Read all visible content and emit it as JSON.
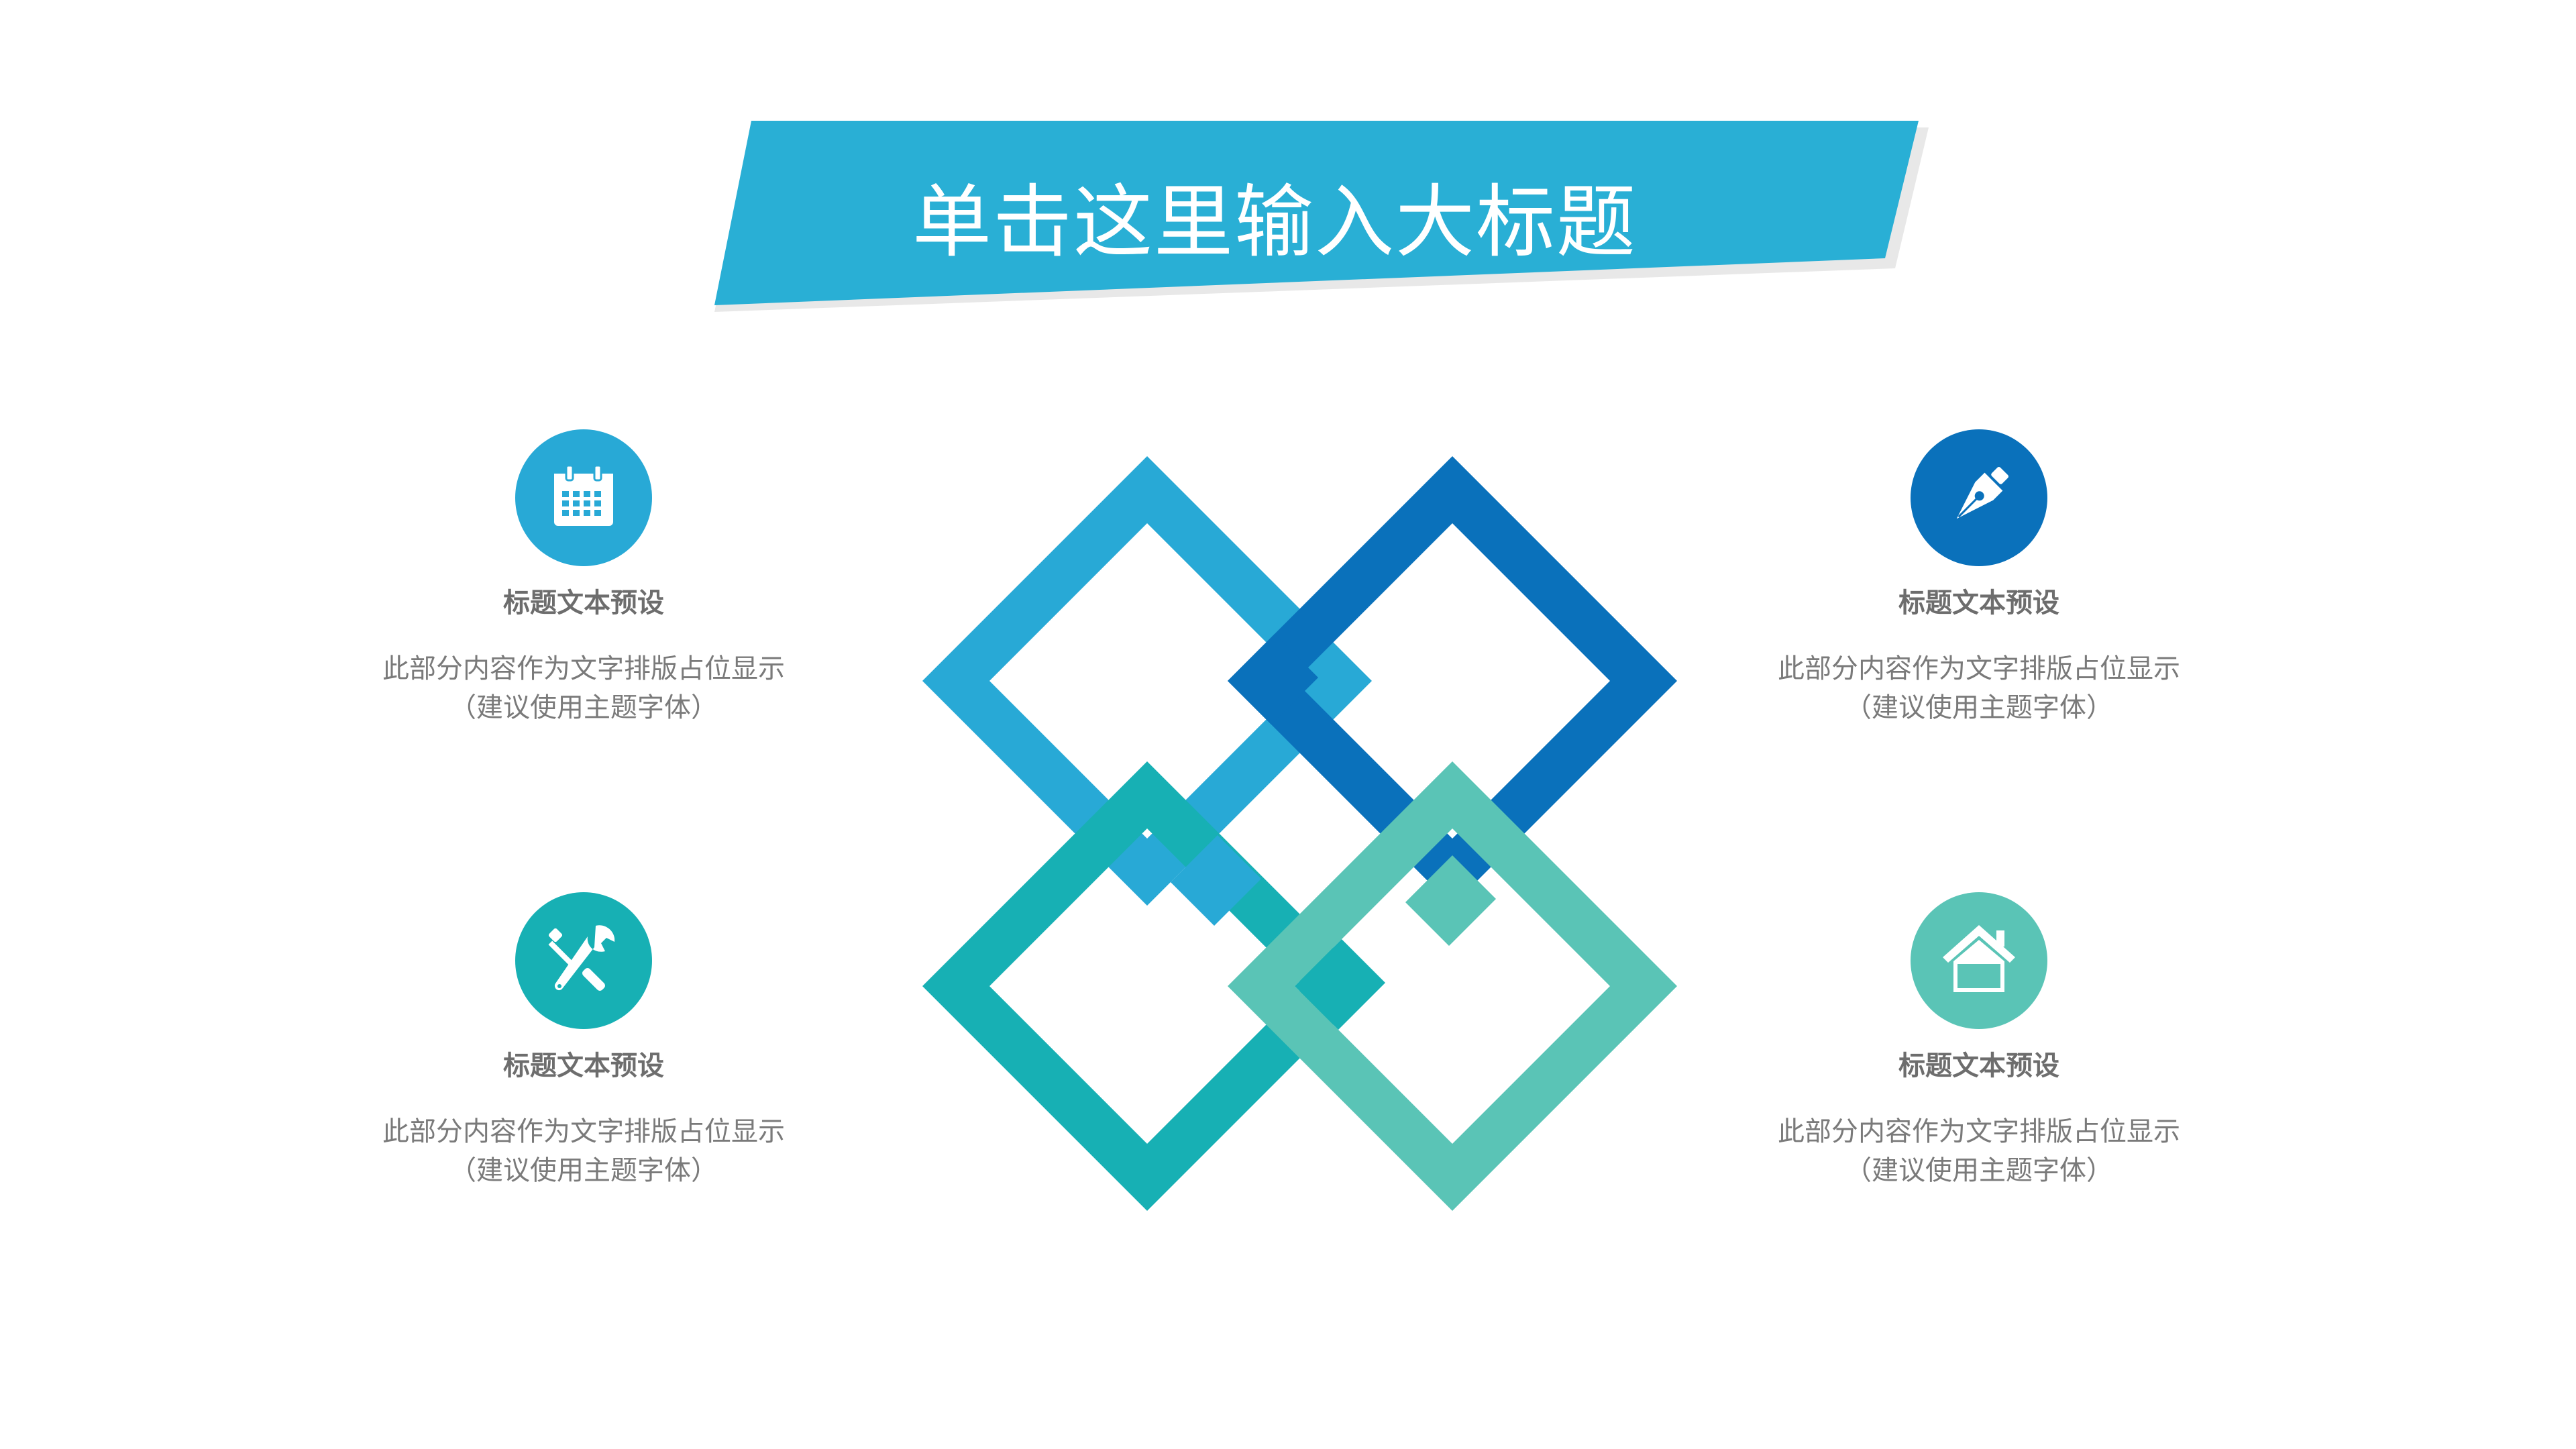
{
  "title": "单击这里输入大标题",
  "colors": {
    "banner": "#29afd5",
    "light_blue": "#28a9d6",
    "dark_blue": "#0a71bb",
    "teal": "#17b0b4",
    "mint": "#5ac4b6"
  },
  "features": [
    {
      "icon": "calendar-icon",
      "title": "标题文本预设",
      "desc_line1": "此部分内容作为文字排版占位显示",
      "desc_line2": "（建议使用主题字体）"
    },
    {
      "icon": "pen-nib-icon",
      "title": "标题文本预设",
      "desc_line1": "此部分内容作为文字排版占位显示",
      "desc_line2": "（建议使用主题字体）"
    },
    {
      "icon": "tools-icon",
      "title": "标题文本预设",
      "desc_line1": "此部分内容作为文字排版占位显示",
      "desc_line2": "（建议使用主题字体）"
    },
    {
      "icon": "home-icon",
      "title": "标题文本预设",
      "desc_line1": "此部分内容作为文字排版占位显示",
      "desc_line2": "（建议使用主题字体）"
    }
  ]
}
